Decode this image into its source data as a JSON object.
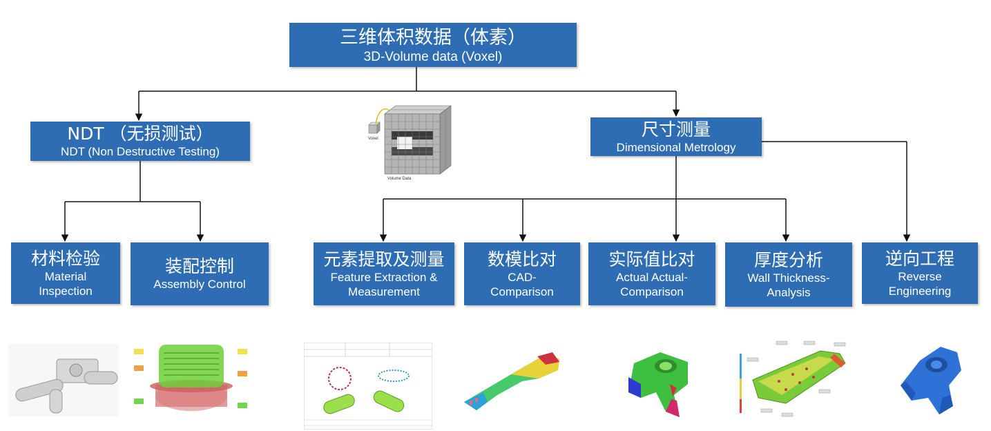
{
  "colors": {
    "box": "#2e6db4",
    "line": "#111111"
  },
  "root": {
    "cn": "三维体积数据（体素）",
    "en": "3D-Volume data (Voxel)"
  },
  "ndt": {
    "cn": "NDT （无损测试）",
    "en": "NDT (Non Destructive Testing)"
  },
  "metrology": {
    "cn": "尺寸测量",
    "en": "Dimensional Metrology"
  },
  "voxel_figure": {
    "voxel_label": "Voxel",
    "volume_label": "Volume Data"
  },
  "nodes": [
    {
      "cn": "材料检验",
      "en": "Material Inspection",
      "thumb_icon": "valve-part-grey-icon"
    },
    {
      "cn": "装配控制",
      "en": "Assembly Control",
      "thumb_icon": "assembly-ct-icon"
    },
    {
      "cn": "元素提取及测量",
      "en": "Feature Extraction & Measurement",
      "thumb_icon": "measurement-report-icon"
    },
    {
      "cn": "数模比对",
      "en": "CAD-Comparison",
      "thumb_icon": "color-deviation-part-icon"
    },
    {
      "cn": "实际值比对",
      "en": "Actual Actual-Comparison",
      "thumb_icon": "bracket-deviation-icon"
    },
    {
      "cn": "厚度分析",
      "en": "Wall Thickness-Analysis",
      "thumb_icon": "wall-thickness-plate-icon"
    },
    {
      "cn": "逆向工程",
      "en": "Reverse Engineering",
      "thumb_icon": "blue-scan-part-icon"
    }
  ]
}
